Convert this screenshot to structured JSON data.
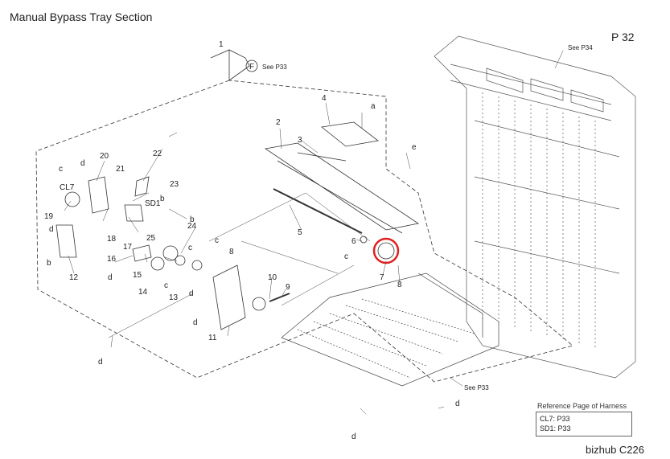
{
  "header": {
    "title": "Manual Bypass Tray Section",
    "page": "P 32"
  },
  "footer": {
    "model": "bizhub C226"
  },
  "harness": {
    "title": "Reference Page of Harness",
    "lines": [
      "CL7: P33",
      "SD1: P33"
    ]
  },
  "callouts": {
    "n1": "1",
    "F": "F",
    "see_p33_top": "See P33",
    "see_p34": "See P34",
    "see_p33_bottom": "See P33",
    "n2": "2",
    "n3": "3",
    "n4": "4",
    "n5": "5",
    "n6": "6",
    "n7": "7",
    "n8a": "8",
    "n8b": "8",
    "n9": "9",
    "n10": "10",
    "n11": "11",
    "n12": "12",
    "n13": "13",
    "n14": "14",
    "n15": "15",
    "n16": "16",
    "n17": "17",
    "n18": "18",
    "n19": "19",
    "n20": "20",
    "n21": "21",
    "n22": "22",
    "n23": "23",
    "n24": "24",
    "n25": "25",
    "a": "a",
    "b1": "b",
    "b2": "b",
    "b3": "b",
    "c1": "c",
    "c2": "c",
    "c3": "c",
    "c4": "c",
    "c5": "c",
    "d1": "d",
    "d2": "d",
    "d3": "d",
    "d4": "d",
    "d5": "d",
    "d6": "d",
    "d7": "d",
    "d8": "d",
    "e": "e",
    "cl7": "CL7",
    "sd1": "SD1"
  },
  "colors": {
    "highlight": "#e02020",
    "line": "#333333"
  }
}
